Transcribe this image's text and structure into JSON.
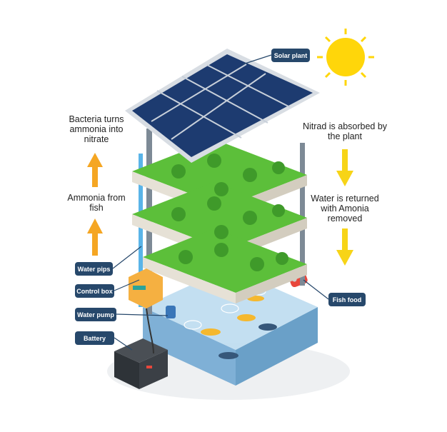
{
  "captions": {
    "bacteria": "Bacteria turns ammonia into nitrate",
    "ammonia": "Ammonia from fish",
    "nitrad": "Nitrad is absorbed by the plant",
    "water_returned": "Water is returned with Amonia removed"
  },
  "labels": {
    "solar_plant": "Solar plant",
    "water_pips": "Water pips",
    "control_box": "Control box",
    "water_pump": "Water pump",
    "battery": "Battery",
    "fish_food": "Fish food"
  },
  "colors": {
    "label_bg": "#27486b",
    "up_arrow": "#f5a623",
    "down_arrow": "#f7d417",
    "panel": "#1d3b70",
    "plant": "#5cbf3a",
    "water": "#9fc9e6",
    "sun": "#ffd60a"
  }
}
